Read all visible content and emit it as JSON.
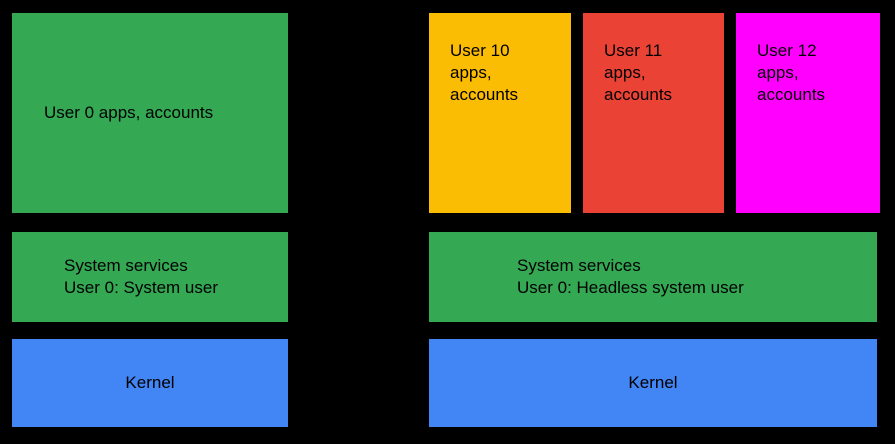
{
  "diagram": {
    "background_color": "#000000",
    "text_color": "#000000",
    "left_stack": {
      "user0_apps": {
        "label": "User 0 apps, accounts",
        "color": "#34A853"
      },
      "system_services": {
        "label": "System services\nUser 0: System user",
        "color": "#34A853"
      },
      "kernel": {
        "label": "Kernel",
        "color": "#4285F4"
      }
    },
    "right_stack": {
      "user10_apps": {
        "label": "User 10\napps,\naccounts",
        "color": "#FBBC04"
      },
      "user11_apps": {
        "label": "User 11\napps,\naccounts",
        "color": "#EA4335"
      },
      "user12_apps": {
        "label": "User 12\napps,\naccounts",
        "color": "#FF00FF"
      },
      "system_services": {
        "label": "System services\nUser 0: Headless system user",
        "color": "#34A853"
      },
      "kernel": {
        "label": "Kernel",
        "color": "#4285F4"
      }
    }
  }
}
